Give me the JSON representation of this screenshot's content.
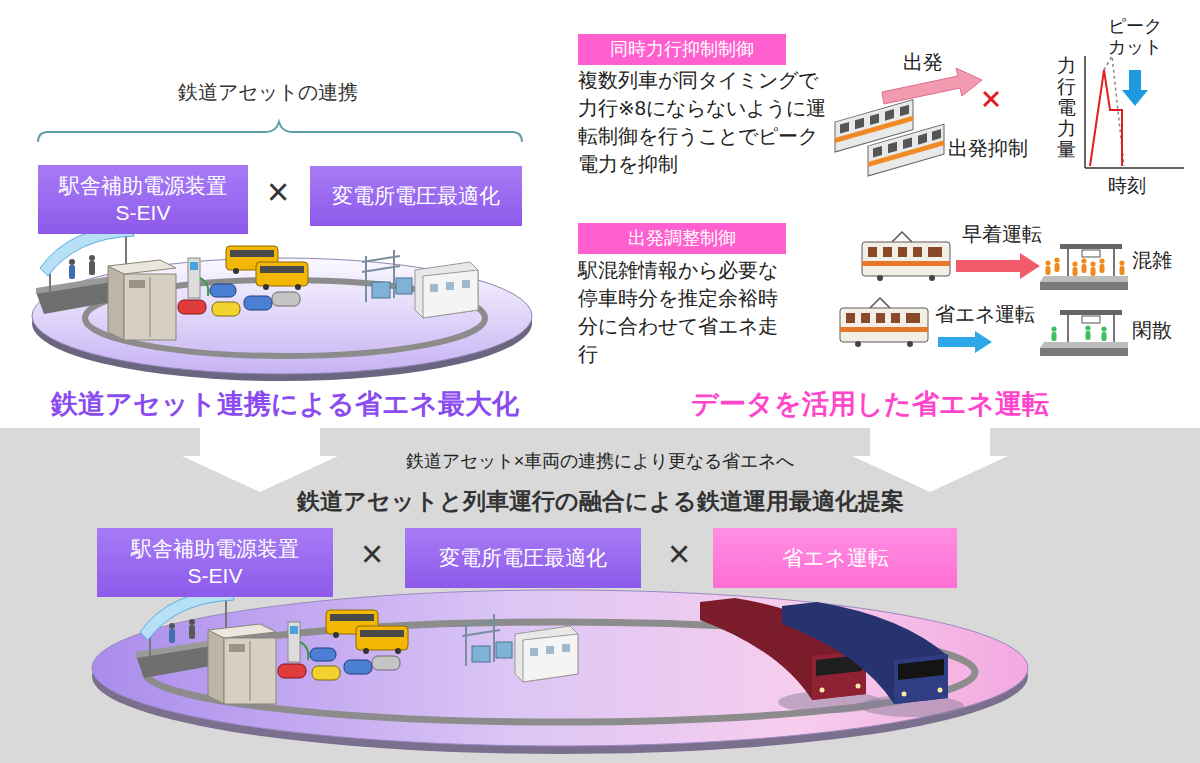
{
  "diagram": {
    "nodes": [
      {
        "text": [
          "駅舎補助電源装置 S-EIV"
        ]
      },
      {
        "text": [
          "変電所電圧最適化"
        ]
      },
      {
        "text": [
          "同時力行抑制制御"
        ]
      },
      {
        "text": [
          "出発調整制御"
        ]
      },
      {
        "text": [
          "鉄道アセット×車両の連携により更なる省エネへ",
          "鉄道アセットと列車運行の融合による鉄道運用最適化提案"
        ]
      },
      {
        "text": [
          "駅舎補助電源装置 S-EIV"
        ],
        "in": 4
      },
      {
        "text": [
          "変電所電圧最適化"
        ],
        "in": 4
      },
      {
        "text": [
          "省エネ運転"
        ],
        "in": 4
      }
    ],
    "labels": [
      "鉄道アセットの連携",
      "×",
      "鉄道アセット連携による省エネ最大化",
      "複数列車が同タイミングで力行※8にならないように運転制御を行うことでピーク電力を抑制",
      "出発",
      "出発抑制",
      "力行電力量",
      "ピークカット",
      "時刻",
      "駅混雑情報から必要な停車時分を推定余裕時分に合わせて省エネ走行",
      "早着運転",
      "混雑",
      "省エネ運転",
      "閑散",
      "データを活用した省エネ運転",
      "×",
      "×"
    ]
  }
}
